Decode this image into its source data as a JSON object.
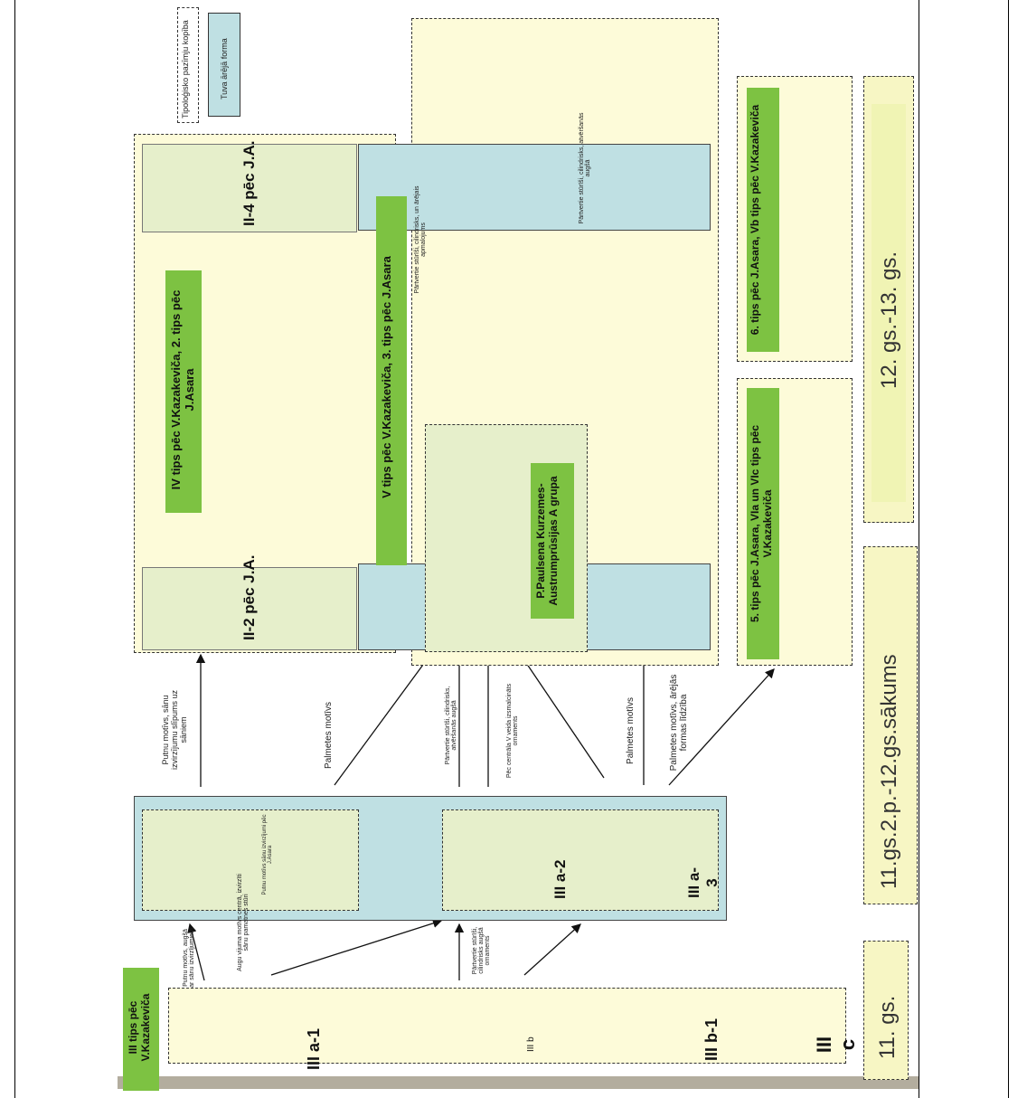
{
  "legend": {
    "typological": "Tipoloģisko pazīmju kopība",
    "similar_form": "Tuva ārējā forma"
  },
  "periods": {
    "p11": "11. gs.",
    "p11_12": "11.gs.2.p.-12.gs.sākums",
    "p12_13": "12. gs.-13. gs."
  },
  "groups": {
    "type3": "III tips pēc V.Kazakeviča",
    "type4": "IV tips pēc V.Kazakeviča, 2. tips pēc J.Asara",
    "type5": "V tips pēc V.Kazakeviča, 3. tips pēc J.Asara",
    "paulsen": "P.Paulsena Kurzemes-Austrumprūsijas A grupa",
    "type5asar": "5. tips pēc J.Asara, VIa un VIc tips pēc V.Kazakeviča",
    "type6asar": "6. tips pēc J.Asara, Vb tips pēc V.Kazakeviča"
  },
  "labels": {
    "IIIa1": "III a-1",
    "IIIb": "III b",
    "IIIb1": "III b-1",
    "IIIc": "III c",
    "IIIa2": "III a-2",
    "IIIa3": "III a-3",
    "II2": "II-2 pēc J.A.",
    "II4": "II-4 pēc J.A."
  },
  "annotations": {
    "a1": "Putnu motīvs, sānu izvirzījumu slīpums uz sāniem",
    "a2": "Palmetes motīvs",
    "a3": "Pārtvertie stūrīši, cilindrisks, atvēršanās augšā",
    "a4": "Pēc centrāla V veida izsmalcināts ornaments",
    "a5": "Palmetes motīvs",
    "a6": "Palmetes motīvs, ārējās formas līdzība",
    "a7": "Pārtvertie stūrīši, cilindrisks, atvēršanās augšā",
    "a8": "Putnu motīvs, augšā ar sānu izvirzījumiem",
    "a9": "Augu vijuma motīvs centrā, izvirzīti sānu pamatnes stūri",
    "a10": "Pārtvertie stūrīši, cilindrisks augšā ornaments",
    "a11": "Putnu motīvs sānu izvirzījumi pēc J.Asara",
    "a12": "Pārtvertie stūrīši, cilindrisks, un ārējais apmalojums"
  },
  "colors": {
    "yellow": "#fdfbd9",
    "blue": "#bfe0e3",
    "green": "#7dc242",
    "bronze": "#8a5a2c"
  }
}
